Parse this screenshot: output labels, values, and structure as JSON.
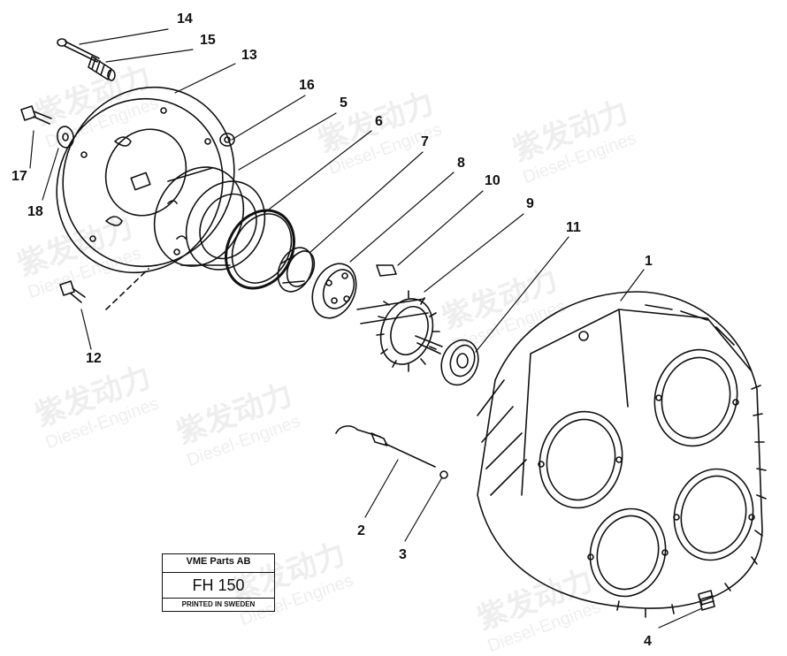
{
  "labels": [
    "14",
    "15",
    "13",
    "16",
    "5",
    "6",
    "7",
    "8",
    "10",
    "9",
    "11",
    "1",
    "17",
    "18",
    "12",
    "2",
    "3",
    "4"
  ],
  "title_block": {
    "company": "VME Parts AB",
    "model": "FH 150",
    "printed": "PRINTED IN SWEDEN"
  },
  "watermark": {
    "brand_cn": "紫发动力",
    "brand_en": "Diesel-Engines"
  }
}
